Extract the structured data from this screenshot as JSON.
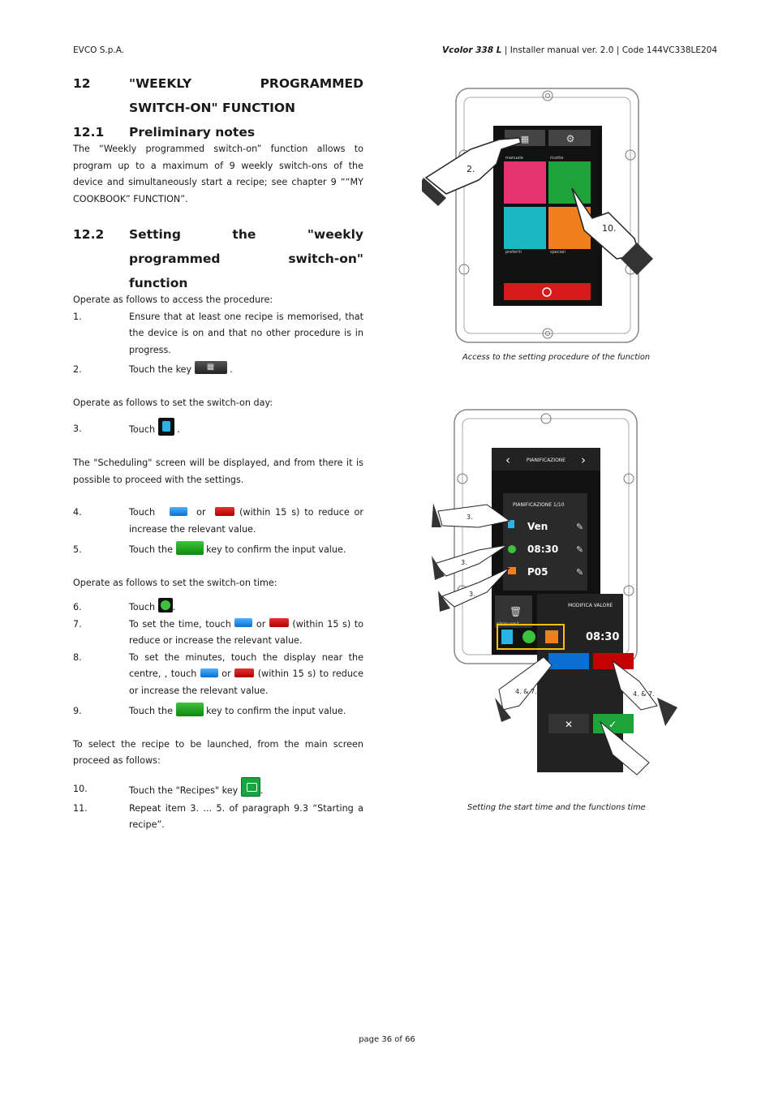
{
  "header": {
    "company": "EVCO S.p.A.",
    "product": "Vcolor 338 L",
    "manual_info": " | Installer manual ver. 2.0 | Code 144VC338LE204"
  },
  "section12": {
    "number": "12",
    "title_line1": "\"WEEKLY PROGRAMMED",
    "title_line2": "SWITCH-ON\" FUNCTION"
  },
  "section12_1": {
    "number": "12.1",
    "title": "Preliminary notes",
    "text": "The “Weekly programmed switch-on” function allows to program up to a maximum of 9 weekly switch-ons of the device and simultaneously start a recipe; see chapter 9 ““MY COOKBOOK” FUNCTION”."
  },
  "section12_2": {
    "number": "12.2",
    "title_line1": "Setting the \"weekly",
    "title_line2": "programmed switch-on\"",
    "title_line3": "function",
    "intro_access": "Operate as follows to access the procedure:",
    "step1_num": "1.",
    "step1": "Ensure that at least one recipe is memorised, that the device is on and that no other procedure is in progress.",
    "step2_num": "2.",
    "step2_pre": "Touch the key",
    "step2_post": ".",
    "intro_day": "Operate as follows to set the switch-on day:",
    "step3_num": "3.",
    "step3_pre": "Touch",
    "step3_post": ".",
    "scheduling_text": "The \"Scheduling\" screen will be displayed, and from there it is possible to proceed with the settings.",
    "step4_num": "4.",
    "step4_pre": "Touch",
    "step4_or": "or",
    "step4_post": "(within 15 s) to reduce or increase the relevant value.",
    "step5_num": "5.",
    "step5_pre": "Touch the",
    "step5_post": "key to confirm the input value.",
    "intro_time": "Operate as follows to set the switch-on time:",
    "step6_num": "6.",
    "step6_pre": "Touch",
    "step6_post": ".",
    "step7_num": "7.",
    "step7_pre": "To set the time, touch",
    "step7_or": "or",
    "step7_post": "(within 15  s) to reduce or increase the relevant value.",
    "step8_num": "8.",
    "step8_pre": "To set the minutes, touch the display near the centre, , touch",
    "step8_or": "or",
    "step8_post": "(within 15    s)    to reduce or increase the relevant value.",
    "step9_num": "9.",
    "step9_pre": "Touch the",
    "step9_post": "key to confirm the input value.",
    "intro_recipe": "To select the recipe to be launched, from the main screen proceed as follows:",
    "step10_num": "10.",
    "step10_pre": "Touch the \"Recipes\" key",
    "step10_post": ".",
    "step11_num": "11.",
    "step11": "Repeat item 3. ... 5. of paragraph 9.3 “Starting a recipe”."
  },
  "figure1": {
    "caption": "Access to the setting procedure of the function",
    "tile_manual": "manuale",
    "tile_recipes": "ricette",
    "tile_favorites": "preferiti",
    "tile_special": "speciali",
    "callout_a": "2.",
    "callout_b": "10.",
    "colors": {
      "pink": "#e5336f",
      "green": "#1fa23a",
      "cyan": "#1cb7c3",
      "orange": "#ef7f1a",
      "red": "#d61a1a"
    }
  },
  "figure2": {
    "caption": "Setting the start time and the functions time",
    "screen_title": "PIANIFICAZIONE",
    "card_title": "PIANIFICAZIONE  1/10",
    "row_day": "Ven",
    "row_time": "08:30",
    "row_program": "P05",
    "delete_label": "elimina pianif.",
    "modify_title": "MODIFICA VALORE",
    "modify_value": "08:30",
    "callout_3": "3.",
    "callout_4_7": "4. & 7."
  },
  "footer": {
    "page": "page 36 of 66"
  }
}
